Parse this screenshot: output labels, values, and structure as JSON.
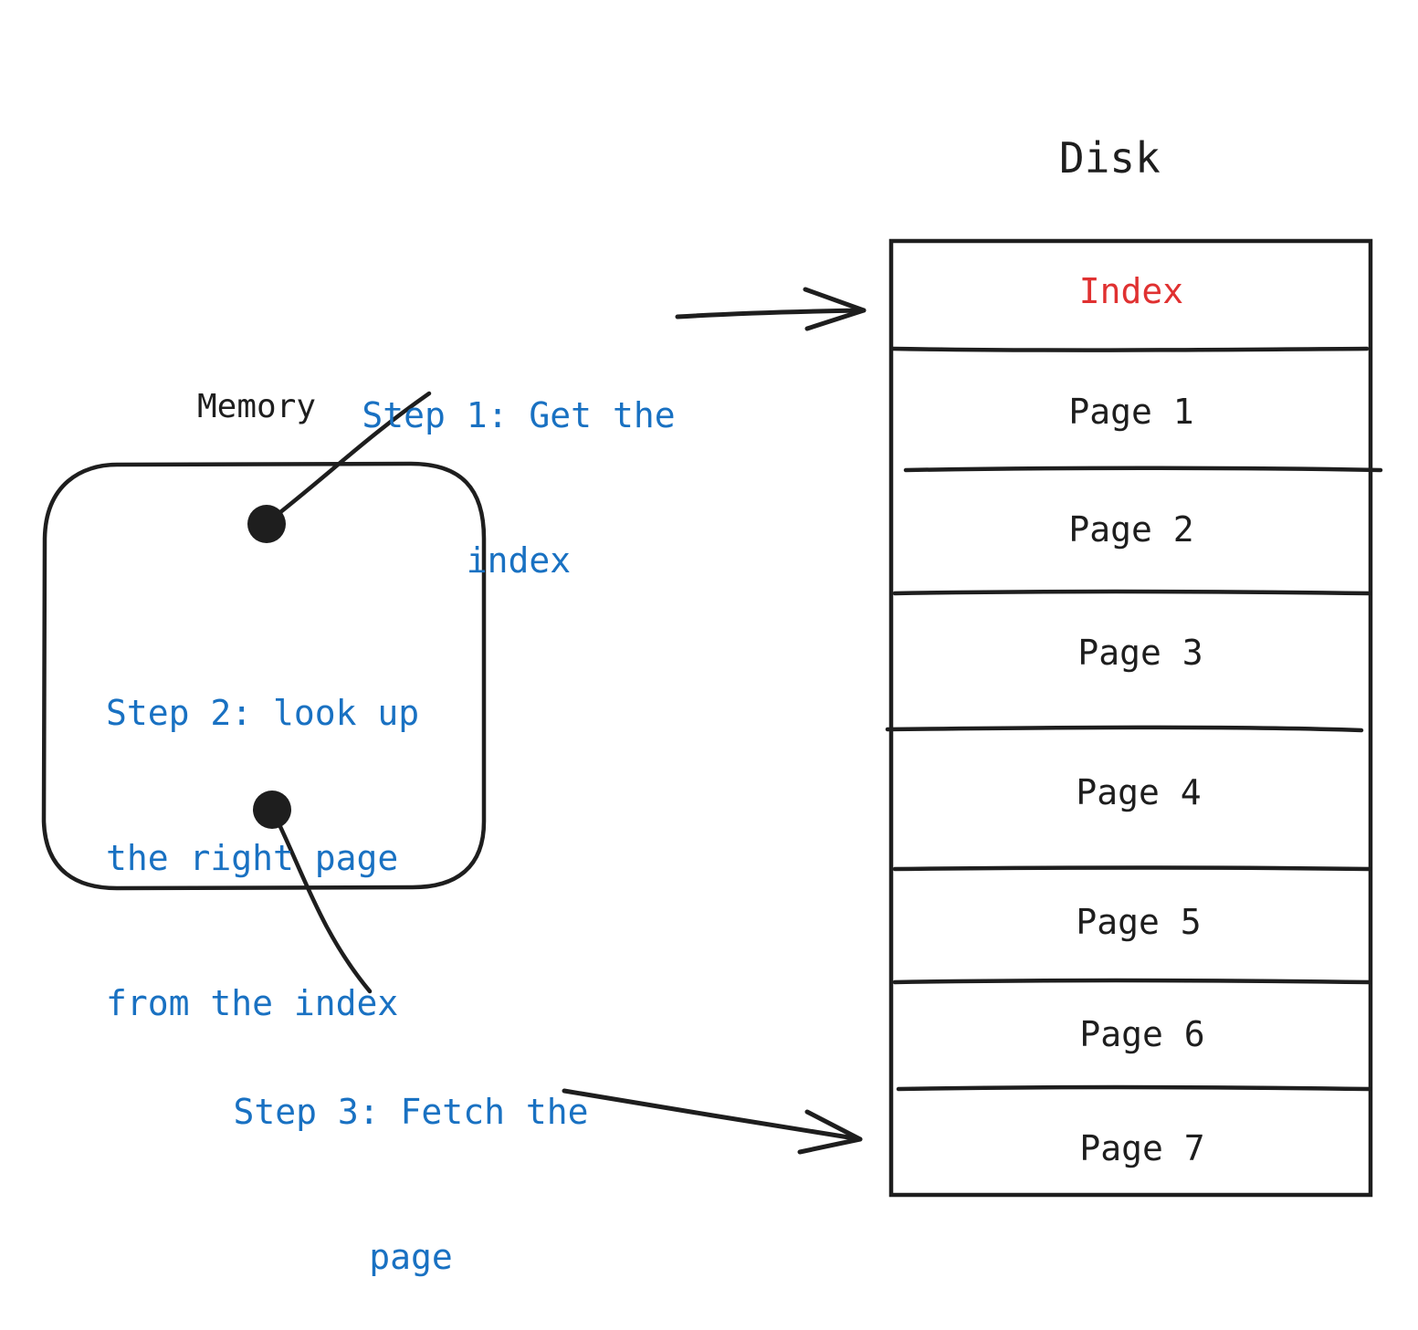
{
  "memory": {
    "label": "Memory",
    "lookup_text_lines": [
      "Step 2: look up",
      "the right page",
      "from the index"
    ]
  },
  "disk": {
    "label": "Disk",
    "cells": [
      "Index",
      "Page 1",
      "Page 2",
      "Page 3",
      "Page 4",
      "Page 5",
      "Page 6",
      "Page 7"
    ]
  },
  "steps": {
    "get_index_lines": [
      "Step 1: Get the",
      "index"
    ],
    "fetch_page_lines": [
      "Step 3: Fetch the",
      "page"
    ]
  },
  "colors": {
    "stroke": "#1e1e1e",
    "step_text": "#1971c2",
    "index_text": "#e03131",
    "background": "#ffffff"
  }
}
